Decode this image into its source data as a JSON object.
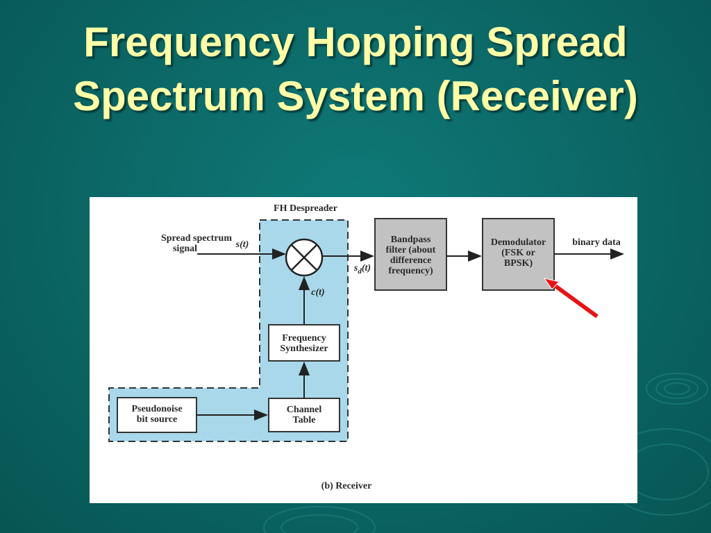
{
  "slide": {
    "title_line1": "Frequency Hopping Spread",
    "title_line2": "Spectrum System (Receiver)"
  },
  "diagram": {
    "despreader_label": "FH Despreader",
    "input_label_line1": "Spread spectrum",
    "input_label_line2": "signal",
    "input_symbol": "s(t)",
    "mixer_output_symbol": "s",
    "mixer_output_subscript": "d",
    "mixer_output_suffix": "(t)",
    "carrier_symbol": "c(t)",
    "bandpass": [
      "Bandpass",
      "filter (about",
      "difference",
      "frequency)"
    ],
    "demodulator": [
      "Demodulator",
      "(FSK or",
      "BPSK)"
    ],
    "output_label": "binary data",
    "synthesizer": [
      "Frequency",
      "Synthesizer"
    ],
    "channel_table": [
      "Channel",
      "Table"
    ],
    "pn_source": [
      "Pseudonoise",
      "bit source"
    ],
    "caption": "(b) Receiver"
  },
  "colors": {
    "background": "#0b6664",
    "title": "#ffffa8",
    "despreader_fill": "#a8d8ea",
    "block_gray": "#c2c2c2",
    "annotation_arrow": "#e81414"
  }
}
